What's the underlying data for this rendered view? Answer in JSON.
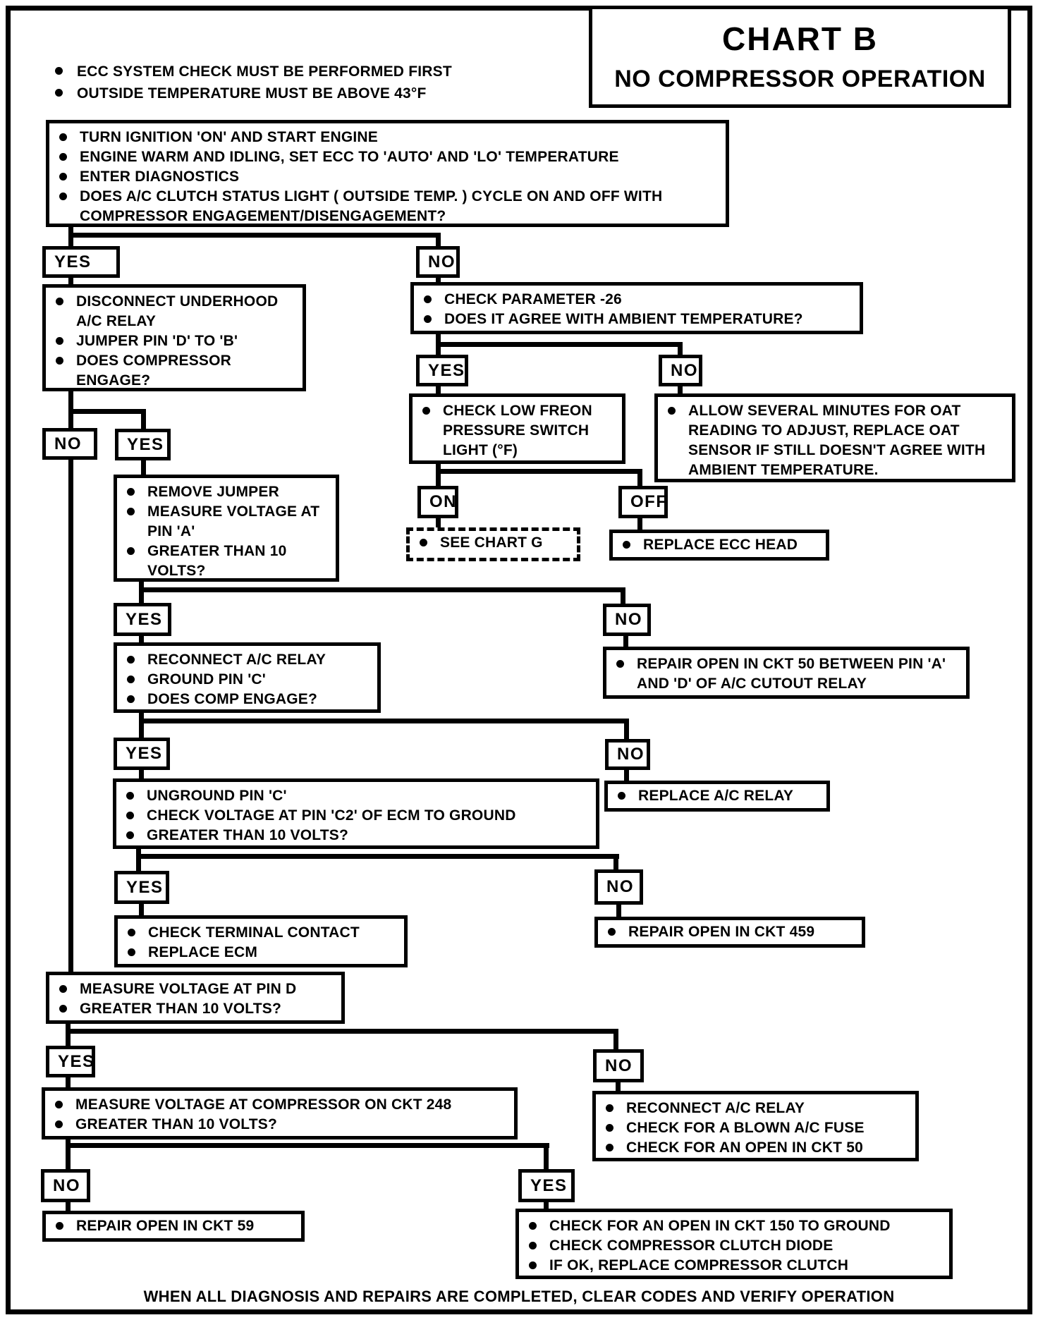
{
  "colors": {
    "ink": "#000000",
    "paper": "#ffffff"
  },
  "header": {
    "preconditions": [
      "ECC SYSTEM CHECK MUST BE PERFORMED FIRST",
      "OUTSIDE TEMPERATURE MUST BE ABOVE 43°F"
    ],
    "title": "CHART B",
    "subtitle": "NO COMPRESSOR OPERATION"
  },
  "labels": {
    "yes": "YES",
    "no": "NO",
    "on": "ON",
    "off": "OFF"
  },
  "nodes": {
    "start": {
      "items": [
        "TURN IGNITION 'ON' AND START ENGINE",
        "ENGINE WARM AND IDLING, SET ECC TO 'AUTO' AND 'LO' TEMPERATURE",
        "ENTER DIAGNOSTICS",
        "DOES A/C CLUTCH STATUS LIGHT ( OUTSIDE TEMP. ) CYCLE ON AND OFF WITH COMPRESSOR ENGAGEMENT/DISENGAGEMENT?"
      ]
    },
    "disconnect_relay": {
      "items": [
        "DISCONNECT UNDERHOOD A/C RELAY",
        "JUMPER PIN 'D' TO 'B'",
        "DOES COMPRESSOR ENGAGE?"
      ]
    },
    "check_parameter": {
      "items": [
        "CHECK PARAMETER -26",
        "DOES IT AGREE WITH AMBIENT TEMPERATURE?"
      ]
    },
    "check_freon": {
      "items": [
        "CHECK LOW FREON PRESSURE SWITCH LIGHT (°F)"
      ]
    },
    "allow_oat": {
      "items": [
        "ALLOW SEVERAL MINUTES FOR OAT READING TO ADJUST, REPLACE OAT SENSOR IF STILL DOESN'T AGREE WITH AMBIENT TEMPERATURE."
      ]
    },
    "see_chart_g": {
      "items": [
        "SEE CHART G"
      ]
    },
    "replace_ecc_head": {
      "items": [
        "REPLACE ECC HEAD"
      ]
    },
    "remove_jumper": {
      "items": [
        "REMOVE JUMPER",
        "MEASURE VOLTAGE AT PIN 'A'",
        "GREATER THAN 10 VOLTS?"
      ]
    },
    "repair_ckt50": {
      "items": [
        "REPAIR OPEN IN CKT 50 BETWEEN PIN 'A' AND 'D' OF A/C CUTOUT RELAY"
      ]
    },
    "reconnect_ground": {
      "items": [
        "RECONNECT A/C RELAY",
        "GROUND PIN 'C'",
        "DOES COMP ENGAGE?"
      ]
    },
    "replace_ac_relay": {
      "items": [
        "REPLACE A/C RELAY"
      ]
    },
    "unground": {
      "items": [
        "UNGROUND PIN 'C'",
        "CHECK VOLTAGE AT PIN 'C2' OF ECM TO GROUND",
        "GREATER THAN 10 VOLTS?"
      ]
    },
    "check_terminal": {
      "items": [
        "CHECK TERMINAL CONTACT",
        "REPLACE ECM"
      ]
    },
    "repair_ckt459": {
      "items": [
        "REPAIR OPEN IN CKT 459"
      ]
    },
    "measure_pin_d": {
      "items": [
        "MEASURE VOLTAGE AT PIN D",
        "GREATER THAN 10 VOLTS?"
      ]
    },
    "measure_compressor": {
      "items": [
        "MEASURE VOLTAGE AT COMPRESSOR ON CKT 248",
        "GREATER THAN 10 VOLTS?"
      ]
    },
    "reconnect_fuse": {
      "items": [
        "RECONNECT A/C RELAY",
        "CHECK FOR A BLOWN A/C FUSE",
        "CHECK FOR AN OPEN IN CKT 50"
      ]
    },
    "repair_ckt59": {
      "items": [
        "REPAIR OPEN IN CKT 59"
      ]
    },
    "check_ckt150": {
      "items": [
        "CHECK FOR AN OPEN IN CKT 150 TO GROUND",
        "CHECK COMPRESSOR CLUTCH DIODE",
        "IF OK, REPLACE COMPRESSOR CLUTCH"
      ]
    }
  },
  "footer": {
    "note": "WHEN ALL DIAGNOSIS AND REPAIRS ARE COMPLETED, CLEAR CODES AND VERIFY OPERATION"
  }
}
